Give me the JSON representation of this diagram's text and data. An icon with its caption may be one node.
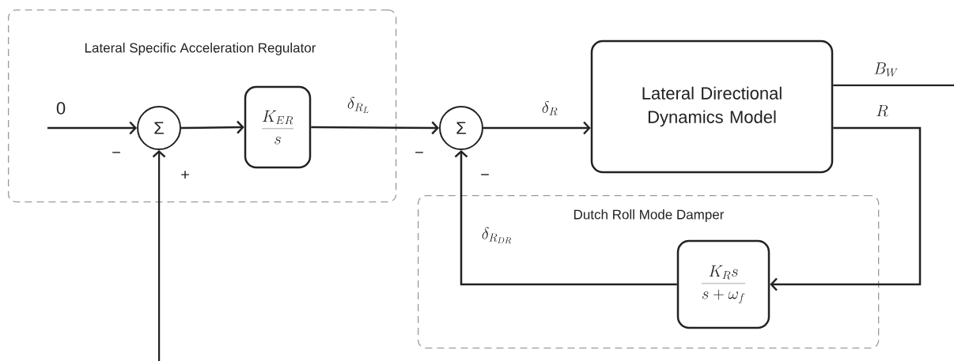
{
  "diagram": {
    "nodes": [
      {
        "text": [
          "Lateral Specific Acceleration Regulator"
        ]
      },
      {
        "text": [
          "Σ"
        ],
        "in": 0
      },
      {
        "text": [
          "\\frac{K_{ER}}{s}"
        ],
        "in": 0
      },
      {
        "text": [
          "Σ"
        ]
      },
      {
        "text": [
          "Lateral Directional Dynamics Model"
        ]
      },
      {
        "text": [
          "Dutch Roll Mode Damper"
        ]
      },
      {
        "text": [
          "\\frac{K_R s}{s+\\omega_f}"
        ],
        "in": 5
      }
    ],
    "edges": [
      {
        "from": null,
        "to": 1,
        "arrow": "to",
        "label": "0"
      },
      {
        "from": 1,
        "to": 2,
        "arrow": "to"
      },
      {
        "from": 2,
        "to": 3,
        "arrow": "to",
        "label": "\\delta_{R_{L}}"
      },
      {
        "from": 3,
        "to": 4,
        "arrow": "to",
        "label": "\\delta_{R}"
      },
      {
        "from": 4,
        "to": null,
        "arrow": "none",
        "label": "B_{W}"
      },
      {
        "from": 4,
        "to": 6,
        "arrow": "to",
        "label": "R"
      },
      {
        "from": 6,
        "to": 3,
        "arrow": "to",
        "label": "\\delta_{R_{DR}}"
      },
      {
        "from": null,
        "to": 1,
        "arrow": "to"
      }
    ],
    "labels": [
      "−",
      "+",
      "−",
      "−"
    ]
  }
}
